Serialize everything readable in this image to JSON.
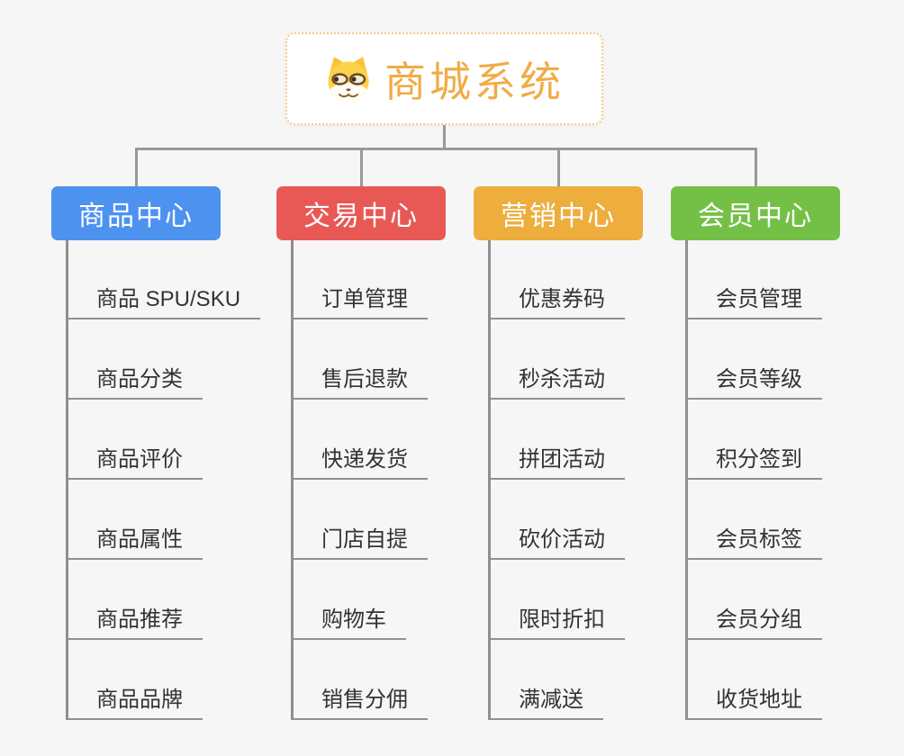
{
  "root": {
    "title": "商城系统",
    "icon": "dog-face-icon"
  },
  "colors": {
    "background": "#f6f6f6",
    "connector": "#999999",
    "root_border": "#f6cb87",
    "root_title": "#f0ac45",
    "item_text": "#333333",
    "item_line": "#919191"
  },
  "branches": [
    {
      "label": "商品中心",
      "color": "#4d92ef",
      "items": [
        "商品 SPU/SKU",
        "商品分类",
        "商品评价",
        "商品属性",
        "商品推荐",
        "商品品牌"
      ]
    },
    {
      "label": "交易中心",
      "color": "#e85956",
      "items": [
        "订单管理",
        "售后退款",
        "快递发货",
        "门店自提",
        "购物车",
        "销售分佣"
      ]
    },
    {
      "label": "营销中心",
      "color": "#edae3e",
      "items": [
        "优惠券码",
        "秒杀活动",
        "拼团活动",
        "砍价活动",
        "限时折扣",
        "满减送"
      ]
    },
    {
      "label": "会员中心",
      "color": "#74c047",
      "items": [
        "会员管理",
        "会员等级",
        "积分签到",
        "会员标签",
        "会员分组",
        "收货地址"
      ]
    }
  ]
}
